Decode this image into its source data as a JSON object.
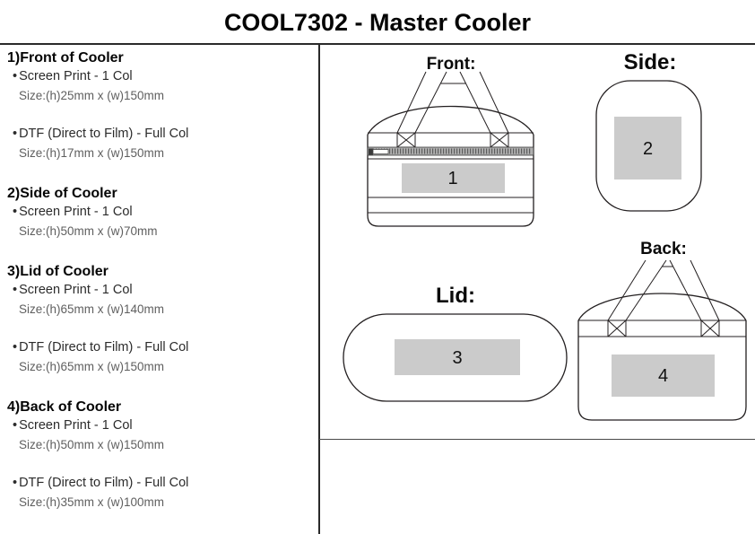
{
  "title": "COOL7302 - Master Cooler",
  "sidebar": {
    "bullet": "•",
    "sections": [
      {
        "heading": "1)Front of Cooler",
        "items": [
          {
            "method": "Screen Print - 1 Col",
            "size": "Size:(h)25mm x (w)150mm"
          },
          {
            "method": "DTF (Direct to Film) - Full Col",
            "size": "Size:(h)17mm x (w)150mm"
          }
        ]
      },
      {
        "heading": "2)Side of Cooler",
        "items": [
          {
            "method": "Screen Print - 1 Col",
            "size": "Size:(h)50mm x (w)70mm"
          }
        ]
      },
      {
        "heading": "3)Lid of Cooler",
        "items": [
          {
            "method": "Screen Print - 1 Col",
            "size": "Size:(h)65mm x (w)140mm"
          },
          {
            "method": "DTF (Direct to Film) - Full Col",
            "size": "Size:(h)65mm x (w)150mm"
          }
        ]
      },
      {
        "heading": "4)Back of Cooler",
        "items": [
          {
            "method": "Screen Print - 1 Col",
            "size": "Size:(h)50mm x (w)150mm"
          },
          {
            "method": "DTF (Direct to Film) - Full Col",
            "size": "Size:(h)35mm x (w)100mm"
          }
        ]
      }
    ]
  },
  "views": {
    "front": {
      "label": "Front:",
      "area_number": "1"
    },
    "side": {
      "label": "Side:",
      "area_number": "2"
    },
    "lid": {
      "label": "Lid:",
      "area_number": "3"
    },
    "back": {
      "label": "Back:",
      "area_number": "4"
    }
  },
  "colors": {
    "print_area_fill": "#cbcbcb",
    "outline": "#231f20",
    "zipper_band": "#b0b0b0"
  }
}
